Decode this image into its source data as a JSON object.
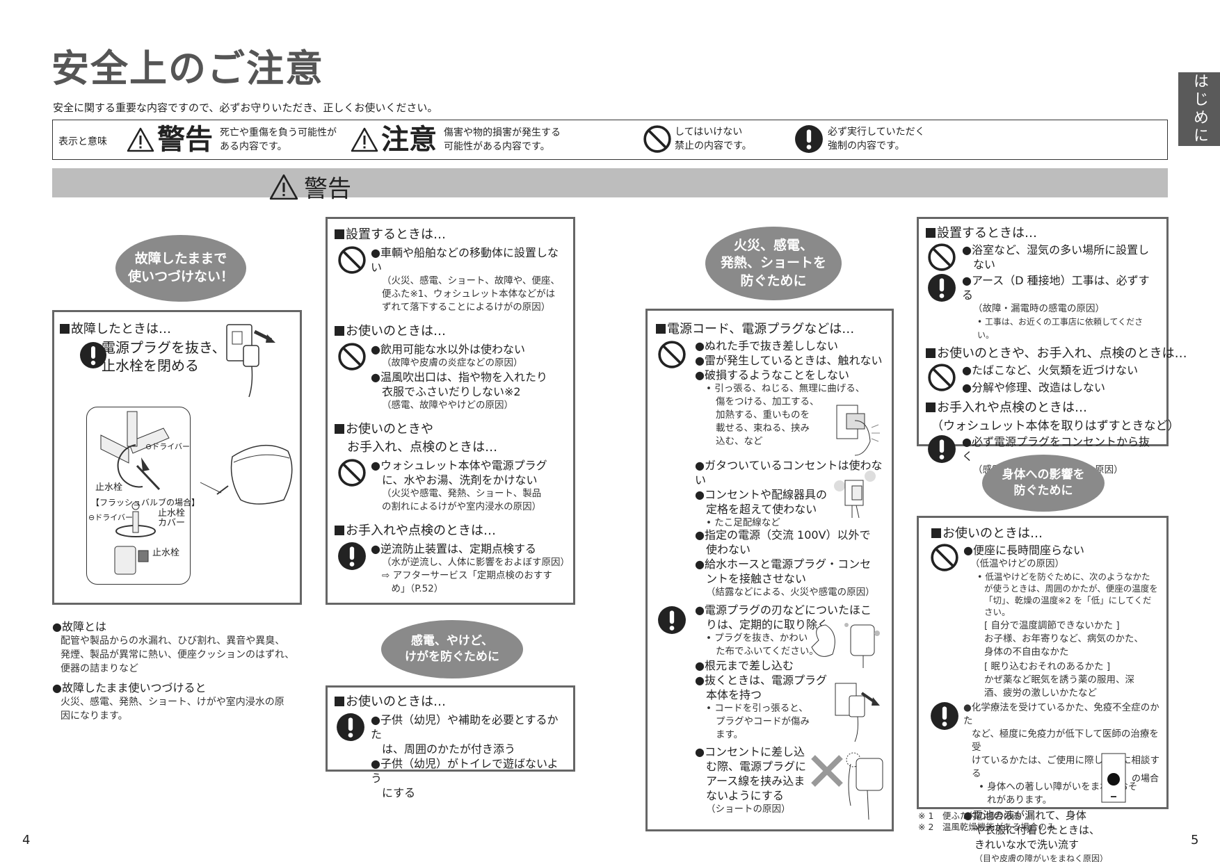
{
  "page": {
    "title": "安全上のご注意",
    "intro": "安全に関する重要な内容ですので、必ずお守りいただき、正しくお使いください。",
    "side_tab": "はじめに",
    "page_left": "4",
    "page_right": "5"
  },
  "legend": {
    "label": "表示と意味",
    "items": [
      {
        "icon": "warning-triangle-icon",
        "big": "警告",
        "desc1": "死亡や重傷を負う可能性が",
        "desc2": "ある内容です。"
      },
      {
        "icon": "warning-triangle-icon",
        "big": "注意",
        "desc1": "傷害や物的損害が発生する",
        "desc2": "可能性がある内容です。"
      },
      {
        "icon": "prohibited-icon",
        "desc1": "してはいけない",
        "desc2": "禁止の内容です。"
      },
      {
        "icon": "mandatory-icon",
        "desc1": "必ず実行していただく",
        "desc2": "強制の内容です。"
      }
    ]
  },
  "warning_band": {
    "icon": "warning-triangle-icon",
    "label": "警告"
  },
  "col1": {
    "oval": {
      "line1": "故障したままで",
      "line2": "使いつづけない！"
    },
    "panel": {
      "heading": "故障したときは…",
      "instruction1": "電源プラグを抜き、",
      "instruction2": "止水栓を閉める",
      "illustration_labels": {
        "driver1": "⊖ドライバー",
        "valve1": "止水栓",
        "flush_case": "【フラッシュバルブの場合】",
        "driver2": "⊖ドライバー",
        "valve_cover1": "止水栓",
        "valve_cover2": "カバー",
        "valve2": "止水栓"
      }
    },
    "notes": [
      {
        "title": "●故障とは",
        "body": [
          "配管や製品からの水漏れ、ひび割れ、異音や異臭、",
          "発煙、製品が異常に熱い、便座クッションのはずれ、",
          "便器の詰まりなど"
        ]
      },
      {
        "title": "●故障したまま使いつづけると",
        "body": [
          "火災、感電、発熱、ショート、けがや室内浸水の原",
          "因になります。"
        ]
      }
    ]
  },
  "col2": {
    "panel1": {
      "sections": [
        {
          "heading": "設置するときは…",
          "icon": "prohibited-icon",
          "items": [
            {
              "text": "●車輌や船舶などの移動体に設置しない",
              "sub": [
                "（火災、感電、ショート、故障や、便座、",
                "便ふた※1、ウォシュレット本体などがは",
                "ずれて落下することによるけがの原因）"
              ]
            }
          ]
        },
        {
          "heading": "お使いのときは…",
          "icon": "prohibited-icon",
          "items": [
            {
              "text": "●飲用可能な水以外は使わない",
              "sub": [
                "（故障や皮膚の炎症などの原因）"
              ]
            },
            {
              "text": "●温風吹出口は、指や物を入れたり",
              "text2": "衣服でふさいだりしない※2",
              "sub": [
                "（感電、故障ややけどの原因）"
              ]
            }
          ]
        },
        {
          "heading": "お使いのときや",
          "heading2": "お手入れ、点検のときは…",
          "icon": "prohibited-icon",
          "items": [
            {
              "text": "●ウォシュレット本体や電源プラグ",
              "text2": "に、水やお湯、洗剤をかけない",
              "sub": [
                "（火災や感電、発熱、ショート、製品",
                "の割れによるけがや室内浸水の原因）"
              ]
            }
          ]
        },
        {
          "heading": "お手入れや点検のときは…",
          "icon": "mandatory-icon",
          "items": [
            {
              "text": "●逆流防止装置は、定期点検する",
              "sub": [
                "（水が逆流し、人体に影響をおよぼす原因）",
                "⇨ アフターサービス「定期点検のおすす",
                "　め」（P.52）"
              ]
            }
          ]
        }
      ]
    },
    "oval": {
      "line1": "感電、やけど、",
      "line2": "けがを防ぐために"
    },
    "panel2": {
      "heading": "お使いのときは…",
      "icon": "mandatory-icon",
      "items": [
        {
          "text": "●子供（幼児）や補助を必要とするかた",
          "text2": "は、周囲のかたが付き添う"
        },
        {
          "text": "●子供（幼児）がトイレで遊ばないよう",
          "text2": "にする"
        }
      ]
    }
  },
  "col3": {
    "oval": {
      "line1": "火災、感電、",
      "line2": "発熱、ショートを",
      "line3": "防ぐために"
    },
    "panel": {
      "heading": "電源コード、電源プラグなどは…",
      "prohibited_items": [
        "●ぬれた手で抜き差ししない",
        "●雷が発生しているときは、触れない",
        "●破損するようなことをしない"
      ],
      "damage_sub": [
        "• 引っ張る、ねじる、無理に曲げる、",
        "傷をつける、加工する、",
        "加熱する、重いものを",
        "載せる、束ねる、挟み",
        "込む、など"
      ],
      "prohibited_items2": [
        "●ガタついているコンセントは使わない",
        "●コンセントや配線器具の",
        "定格を超えて使わない"
      ],
      "octopus_sub": "• たこ足配線など",
      "voltage1": "●指定の電源（交流 100V）以外で",
      "voltage2": "使わない",
      "hose1": "●給水ホースと電源プラグ・コンセ",
      "hose2": "ントを接触させない",
      "hose_sub": "（結露などによる、火災や感電の原因）",
      "mandatory_items": {
        "dust1": "●電源プラグの刃などについたほこ",
        "dust2": "りは、定期的に取り除く",
        "dust_sub1": "• プラグを抜き、かわい",
        "dust_sub2": "た布でふいてください。",
        "insert": "●根元まで差し込む",
        "pull1": "●抜くときは、電源プラグ",
        "pull2": "本体を持つ",
        "pull_sub1": "• コードを引っ張ると、",
        "pull_sub2": "プラグやコードが傷み",
        "pull_sub3": "ます。",
        "earth1": "●コンセントに差し込",
        "earth2": "む際、電源プラグに",
        "earth3": "アース線を挟み込ま",
        "earth4": "ないようにする",
        "earth_sub": "（ショートの原因）"
      }
    }
  },
  "col4": {
    "panel1": {
      "sec1_heading": "設置するときは…",
      "bath1": "●浴室など、湿気の多い場所に設置し",
      "bath2": "ない",
      "earth": "●アース（D 種接地）工事は、必ずする",
      "earth_sub": "（故障・漏電時の感電の原因）",
      "earth_sub2": "• 工事は、お近くの工事店に依頼してください。",
      "sec2_heading": "お使いのときや、お手入れ、点検のときは…",
      "fire": "●たばこなど、火気類を近づけない",
      "repair": "●分解や修理、改造はしない",
      "sec3_heading": "お手入れや点検のときは…",
      "sec3_heading2": "（ウォシュレット本体を取りはずすときなど）",
      "unplug": "●必ず電源プラグをコンセントから抜く",
      "unplug_sub": "（感電や誤作動による故障の原因）"
    },
    "oval": {
      "line1": "身体への影響を",
      "line2": "防ぐために"
    },
    "panel2": {
      "heading": "お使いのときは…",
      "sit": "●便座に長時間座らない",
      "sit_sub": "（低温やけどの原因）",
      "burn1": "• 低温やけどを防ぐために、次のようなかた",
      "burn2": "が使うときは、周囲のかたが、便座の温度を",
      "burn3": "「切」、乾燥の温度※2 を「低」にしてください。",
      "group1_title": "[ 自分で温度調節できないかた ]",
      "group1_body1": "お子様、お年寄りなど、病気のかた、",
      "group1_body2": "身体の不自由なかた",
      "group2_title": "[ 眠り込むおそれのあるかた ]",
      "group2_body1": "かぜ薬など眠気を誘う薬の服用、深",
      "group2_body2": "酒、疲労の激しいかたなど",
      "chemo1": "●化学療法を受けているかた、免疫不全症のかた",
      "chemo2": "など、極度に免疫力が低下して医師の治療を受",
      "chemo3": "けているかたは、ご使用に際し医師に相談する",
      "chemo_sub1": "• 身体への著しい障がいをまねくおそ",
      "chemo_sub2": "れがあります。",
      "battery1": "●電池の液が漏れて、身体",
      "battery2": "や衣服に付着したときは、",
      "battery3": "きれいな水で洗い流す",
      "battery_sub": "（目や皮膚の障がいをまねく原因）",
      "remote_case": "の場合"
    },
    "footnotes": [
      "※ 1　便ふた付の場合のみ",
      "※ 2　温風乾燥機能がある場合のみ"
    ]
  },
  "colors": {
    "oval": "#8a8a8a",
    "band": "#bdbdbd",
    "panel_border": "#666666",
    "side_tab": "#5a5a5a"
  }
}
